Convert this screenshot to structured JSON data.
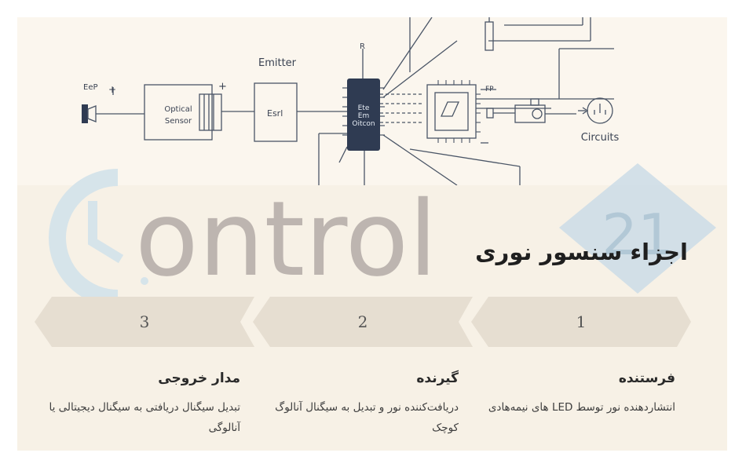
{
  "diagram": {
    "labels": {
      "eep": "EeP",
      "plus_left": "+",
      "plus_right": "+",
      "optical": "Optical",
      "sensor": "Sensor",
      "emitter": "Emitter",
      "esrl": "Esrl",
      "r": "R",
      "chip_line1": "Ete",
      "chip_line2": "Em",
      "chip_line3": "Oitcon",
      "fp": "FP",
      "circuits": "Circuits"
    },
    "colors": {
      "line": "#4a5566",
      "chip": "#2f3b52",
      "chip_text": "#e6ecf4"
    }
  },
  "watermark": {
    "text": "ontrol",
    "mark": "21",
    "colors": {
      "text": "#a69e9b",
      "ring": "#d6e4ea",
      "badge": "#cbdce6"
    }
  },
  "title": "اجزاء سنسور نوری",
  "steps": [
    {
      "number": "1",
      "heading": "فرستنده",
      "description": "انتشاردهنده نور توسط LED های نیمه‌هادی"
    },
    {
      "number": "2",
      "heading": "گیرنده",
      "description": "دریافت‌کننده نور و تبدیل به سیگنال آنالوگ کوچک"
    },
    {
      "number": "3",
      "heading": "مدار خروجی",
      "description": "تبدیل سیگنال دریافتی به سیگنال دیجیتالی یا آنالوگی"
    }
  ],
  "colors": {
    "panel": "#f7f1e6",
    "chevron": "#e6ded1",
    "text": "#2a2a2a"
  }
}
